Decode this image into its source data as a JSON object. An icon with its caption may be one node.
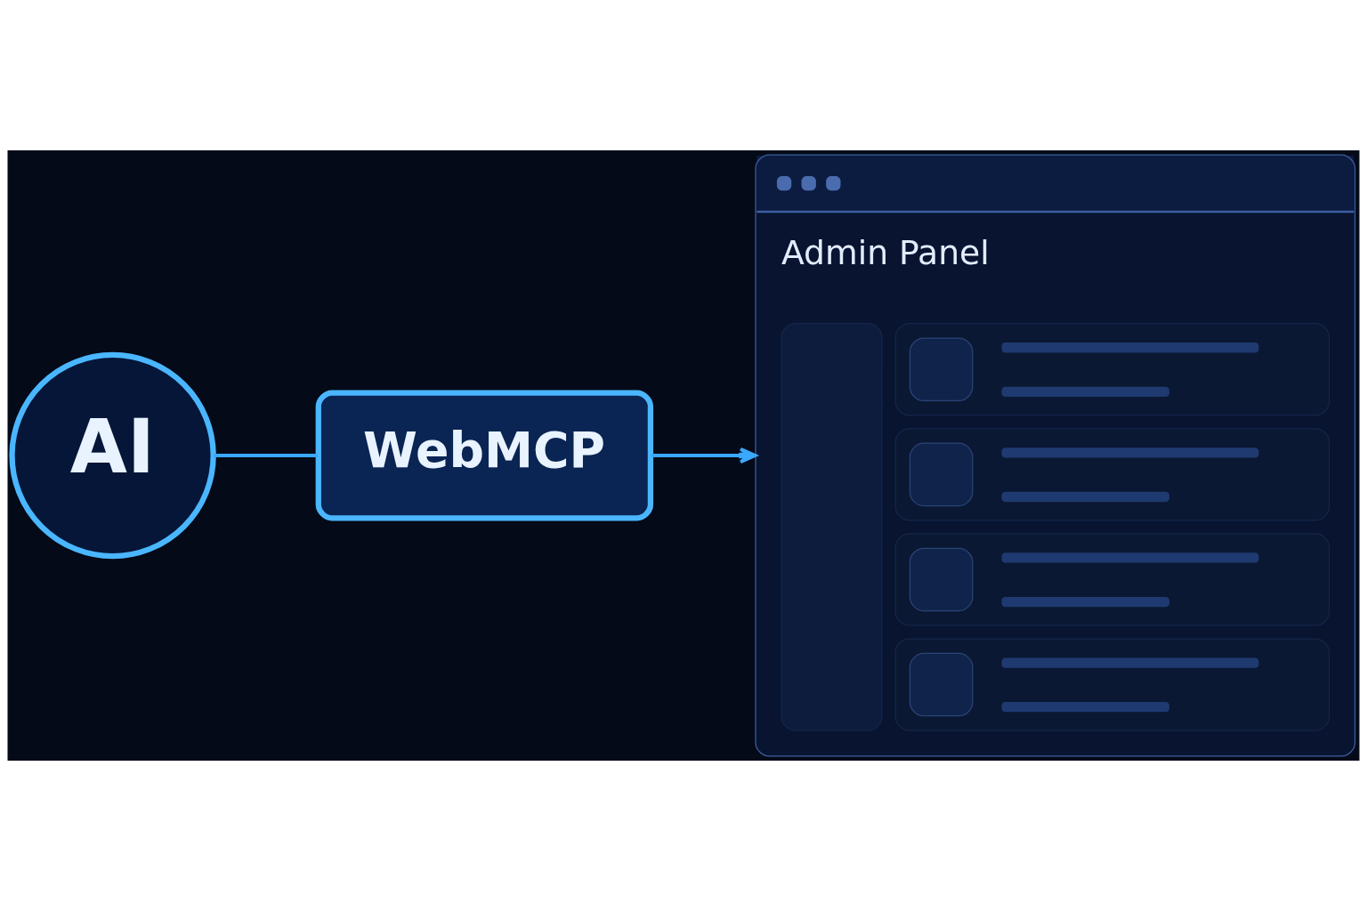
{
  "diagram": {
    "nodes": [
      {
        "text": [
          "AI"
        ]
      },
      {
        "text": [
          "WebMCP"
        ]
      },
      {
        "text": [
          "Admin Panel"
        ]
      }
    ],
    "edges": [
      {
        "from": 0,
        "to": 1,
        "arrow": "none"
      },
      {
        "from": 1,
        "to": 2,
        "arrow": "to"
      }
    ]
  }
}
